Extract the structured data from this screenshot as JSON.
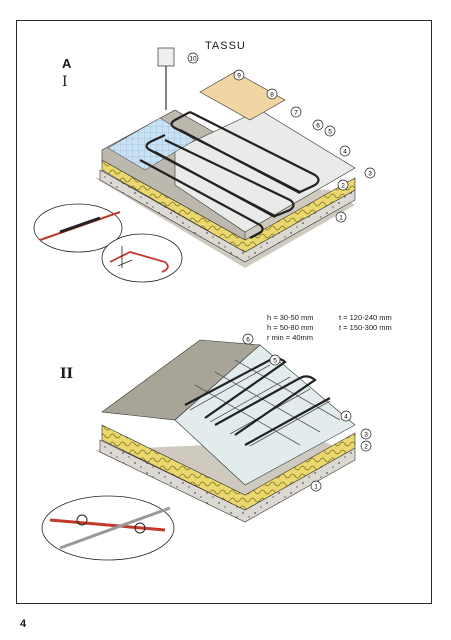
{
  "header": {
    "title": "TASSU"
  },
  "figure_a": {
    "label_letter": "A",
    "label_roman": "I",
    "callouts": [
      "1",
      "2",
      "3",
      "4",
      "5",
      "6",
      "7",
      "8",
      "9",
      "10"
    ]
  },
  "figure_b": {
    "label_roman": "II",
    "callouts": [
      "1",
      "2",
      "3",
      "4",
      "5",
      "6"
    ]
  },
  "dimensions": {
    "left": [
      "h = 30-50 mm",
      "h = 50-80 mm",
      "r min = 40mm"
    ],
    "right": [
      "t = 120-240 mm",
      "t = 150-300 mm"
    ]
  },
  "page_number": "4",
  "colors": {
    "cable_red": "#c0392b",
    "insulation": "#e8d46a",
    "screed": "#b7b2a8",
    "concrete": "#d9d6cf",
    "tile_blue": "#b7d7ee"
  }
}
